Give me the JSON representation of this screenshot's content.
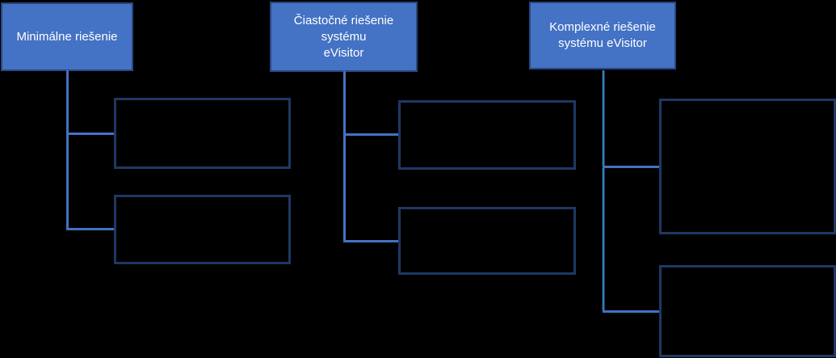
{
  "diagram": {
    "type": "org-chart-style solution hierarchy, three columns of boxes on black background",
    "colors": {
      "background": "#000000",
      "header_fill": "#4472C4",
      "header_border": "#29477F",
      "header_text": "#FFFFFF",
      "child_border": "#1F3864",
      "connector": "#4472C4",
      "connector_highlight": "#3ECFF7",
      "connector_highlight_edge": "#27447E"
    },
    "columns": [
      {
        "id": "minimal",
        "title": "Minimálne riešenie",
        "title_lines": [
          "Minimálne riešenie"
        ],
        "child_box_count": 2,
        "child_box_labels": [
          "",
          ""
        ],
        "connector_highlighted": false
      },
      {
        "id": "partial",
        "title": "Čiastočné riešenie systému eVisitor",
        "title_lines": [
          "Čiastočné riešenie systému",
          "eVisitor"
        ],
        "child_box_count": 2,
        "child_box_labels": [
          "",
          ""
        ],
        "connector_highlighted": false
      },
      {
        "id": "complex",
        "title": "Komplexné riešenie systému eVisitor",
        "title_lines": [
          "Komplexné riešenie",
          "systému eVisitor"
        ],
        "child_box_count": 2,
        "child_box_labels": [
          "",
          ""
        ],
        "connector_highlighted": true
      }
    ]
  }
}
